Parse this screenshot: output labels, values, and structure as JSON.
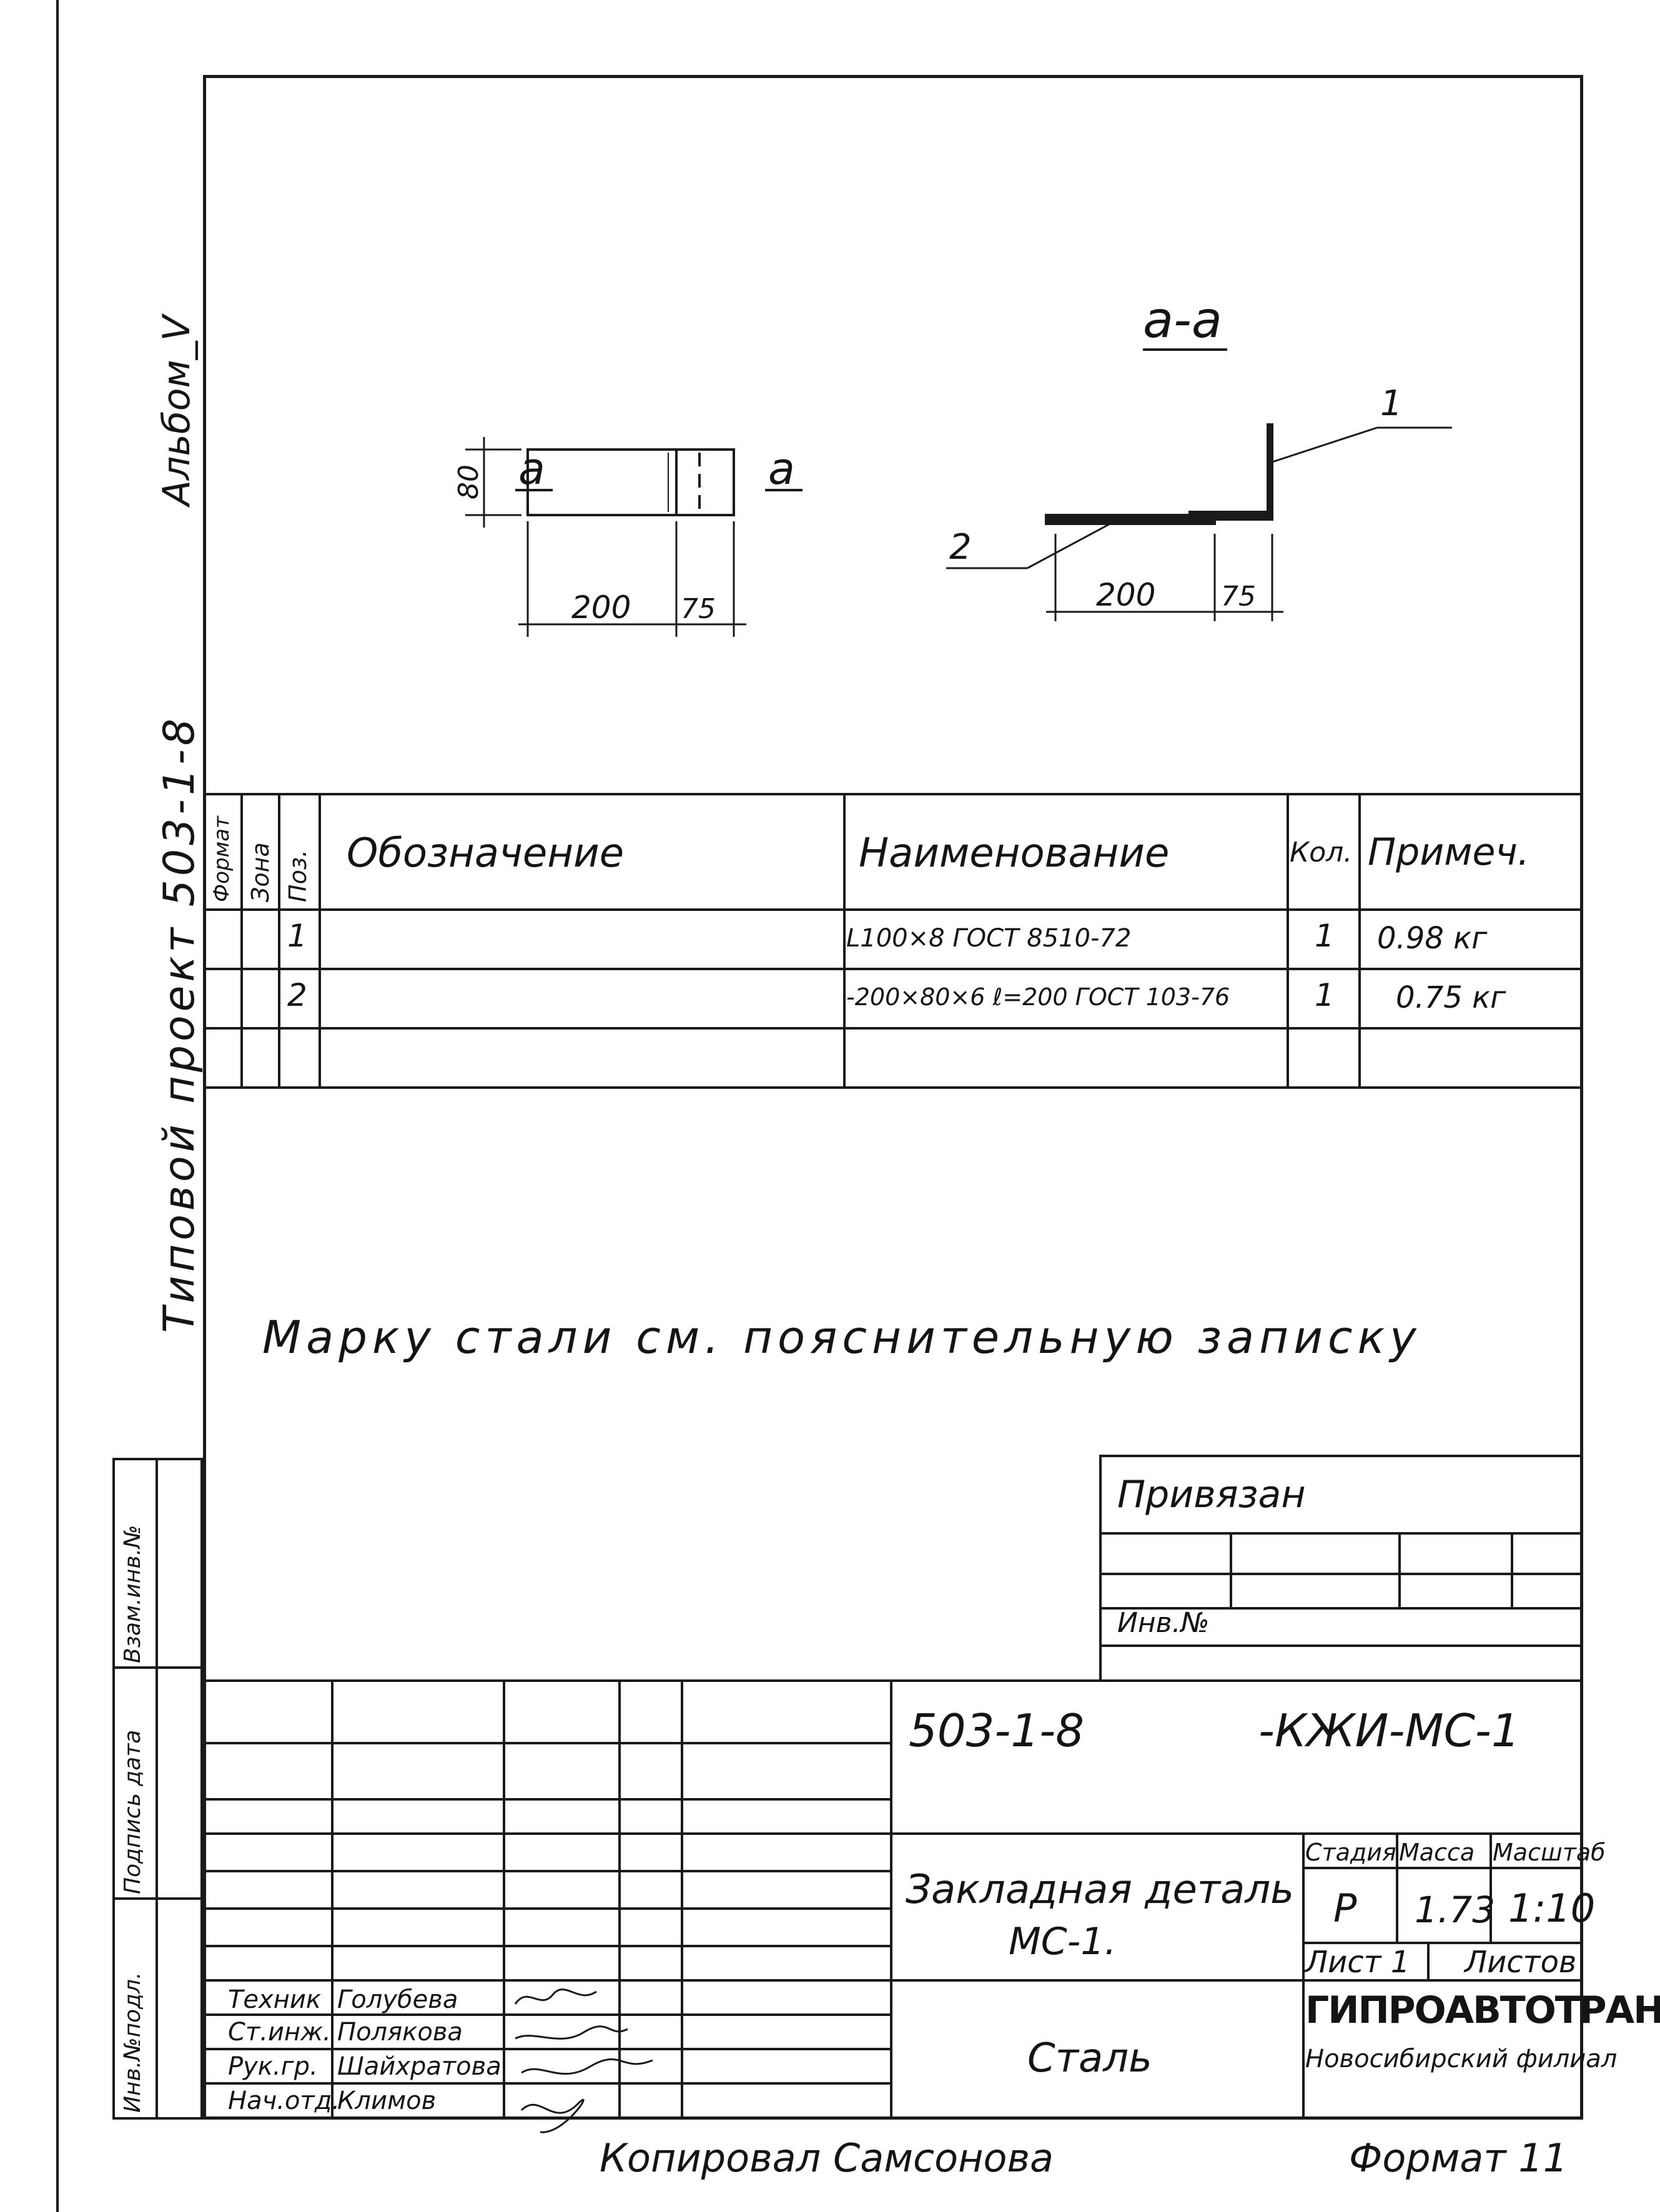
{
  "margin": {
    "album": "Альбом_V",
    "project": "Типовой проект 503-1-8",
    "left_stamp": [
      "Инв.№подл.",
      "Подпись дата",
      "Взам.инв.№"
    ]
  },
  "drawing": {
    "section_title": "а-а",
    "cut_left": "а",
    "cut_right": "а",
    "dims": {
      "height": "80",
      "len_plate": "200",
      "len_angle": "75",
      "len_plate_2": "200",
      "len_angle_2": "75"
    },
    "callout_1": "1",
    "callout_2": "2"
  },
  "spec_table": {
    "headers": {
      "format": "Формат",
      "zone": "Зона",
      "pos": "Поз.",
      "designation": "Обозначение",
      "name": "Наименование",
      "qty": "Кол.",
      "note": "Примеч."
    },
    "rows": [
      {
        "pos": "1",
        "name": "L100×8 ГОСТ 8510-72",
        "qty": "1",
        "note": "0.98 кг"
      },
      {
        "pos": "2",
        "name": "-200×80×6 ℓ=200 ГОСТ 103-76",
        "qty": "1",
        "note": "0.75 кг"
      }
    ]
  },
  "note_text": "Марку стали см. пояснительную записку",
  "binding": {
    "label": "Привязан",
    "inv": "Инв.№"
  },
  "title_block": {
    "code": "503-1-8",
    "mark": "-КЖИ-МС-1",
    "title_line1": "Закладная деталь",
    "title_line2": "МС-1.",
    "material": "Сталь",
    "stage_label": "Стадия",
    "mass_label": "Масса",
    "scale_label": "Масштаб",
    "stage": "Р",
    "mass": "1.73",
    "scale": "1:10",
    "sheet": "Лист 1",
    "sheets": "Листов",
    "org": "ГИПРОАВТОТРАНС",
    "branch": "Новосибирский филиал",
    "signatures": [
      {
        "role": "Техник",
        "name": "Голубева"
      },
      {
        "role": "Ст.инж.",
        "name": "Полякова"
      },
      {
        "role": "Рук.гр.",
        "name": "Шайхратова"
      },
      {
        "role": "Нач.отд.",
        "name": "Климов"
      }
    ]
  },
  "footer": {
    "copied": "Копировал Самсонова",
    "format": "Формат 11"
  }
}
